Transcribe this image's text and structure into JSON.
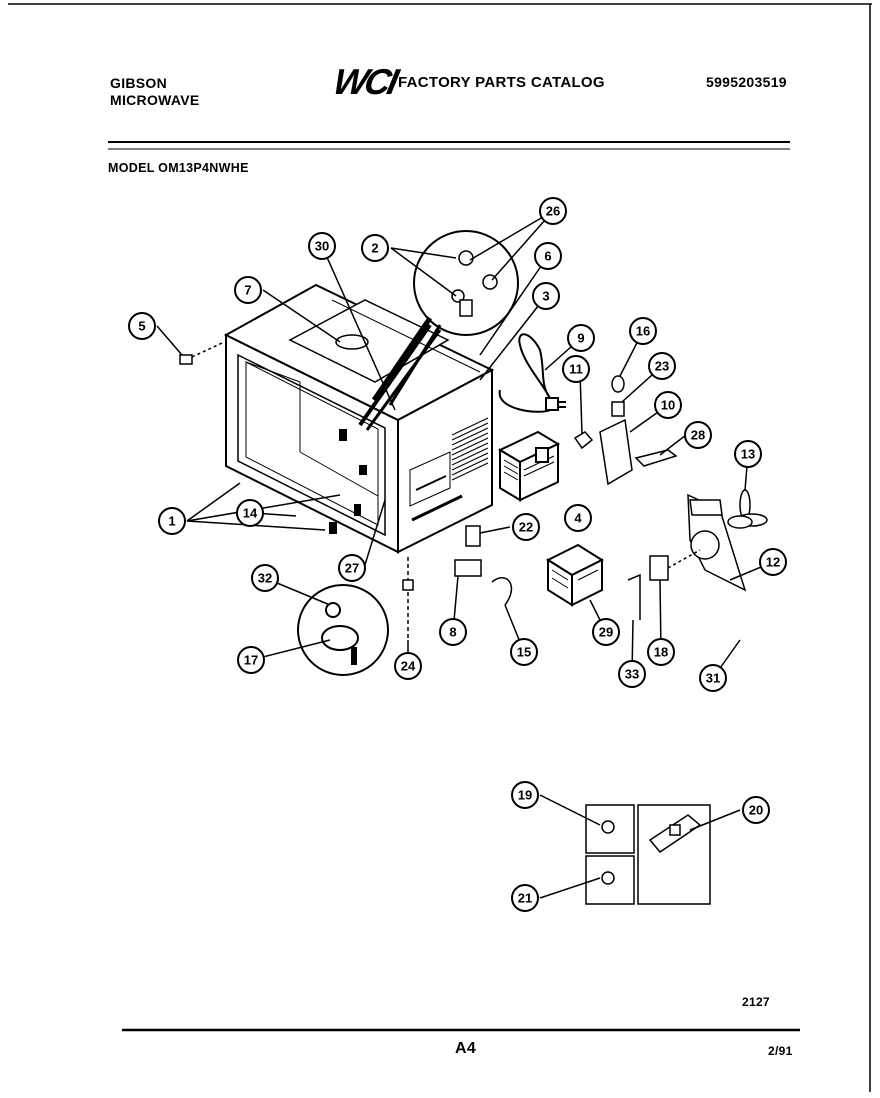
{
  "header": {
    "brand": "GIBSON",
    "product": "MICROWAVE",
    "logo_text": "WCI",
    "catalog_title": "FACTORY PARTS CATALOG",
    "catalog_number": "5995203519"
  },
  "model_line": "MODEL OM13P4NWHE",
  "callouts": [
    {
      "id": "c1",
      "label": "1"
    },
    {
      "id": "c2",
      "label": "2"
    },
    {
      "id": "c3",
      "label": "3"
    },
    {
      "id": "c4",
      "label": "4"
    },
    {
      "id": "c5",
      "label": "5"
    },
    {
      "id": "c6",
      "label": "6"
    },
    {
      "id": "c7",
      "label": "7"
    },
    {
      "id": "c8",
      "label": "8"
    },
    {
      "id": "c9",
      "label": "9"
    },
    {
      "id": "c10",
      "label": "10"
    },
    {
      "id": "c11",
      "label": "11"
    },
    {
      "id": "c12",
      "label": "12"
    },
    {
      "id": "c13",
      "label": "13"
    },
    {
      "id": "c14",
      "label": "14"
    },
    {
      "id": "c15",
      "label": "15"
    },
    {
      "id": "c16",
      "label": "16"
    },
    {
      "id": "c17",
      "label": "17"
    },
    {
      "id": "c18",
      "label": "18"
    },
    {
      "id": "c19",
      "label": "19"
    },
    {
      "id": "c20",
      "label": "20"
    },
    {
      "id": "c21",
      "label": "21"
    },
    {
      "id": "c22",
      "label": "22"
    },
    {
      "id": "c23",
      "label": "23"
    },
    {
      "id": "c24",
      "label": "24"
    },
    {
      "id": "c26",
      "label": "26"
    },
    {
      "id": "c27",
      "label": "27"
    },
    {
      "id": "c28",
      "label": "28"
    },
    {
      "id": "c29",
      "label": "29"
    },
    {
      "id": "c30",
      "label": "30"
    },
    {
      "id": "c31",
      "label": "31"
    },
    {
      "id": "c32",
      "label": "32"
    },
    {
      "id": "c33",
      "label": "33"
    }
  ],
  "footer": {
    "figure_number": "2127",
    "page_number": "A4",
    "date_code": "2/91"
  },
  "colors": {
    "ink": "#000000",
    "paper": "#ffffff"
  }
}
